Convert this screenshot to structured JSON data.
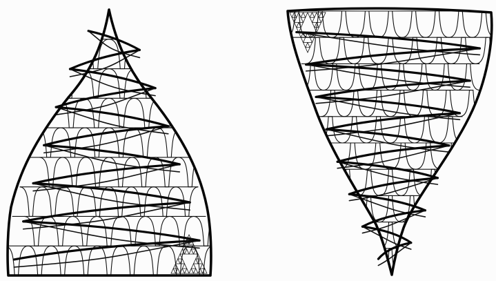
{
  "figure": {
    "panels": [
      {
        "id": "left",
        "shape": "upright dome",
        "spiral_turns": 6,
        "tessellation_rows": 9
      },
      {
        "id": "right",
        "shape": "inverted cone",
        "spiral_turns": 7,
        "tessellation_rows": 10
      }
    ],
    "colors": {
      "ink": "#050505",
      "paper": "#fcfcfc"
    }
  }
}
